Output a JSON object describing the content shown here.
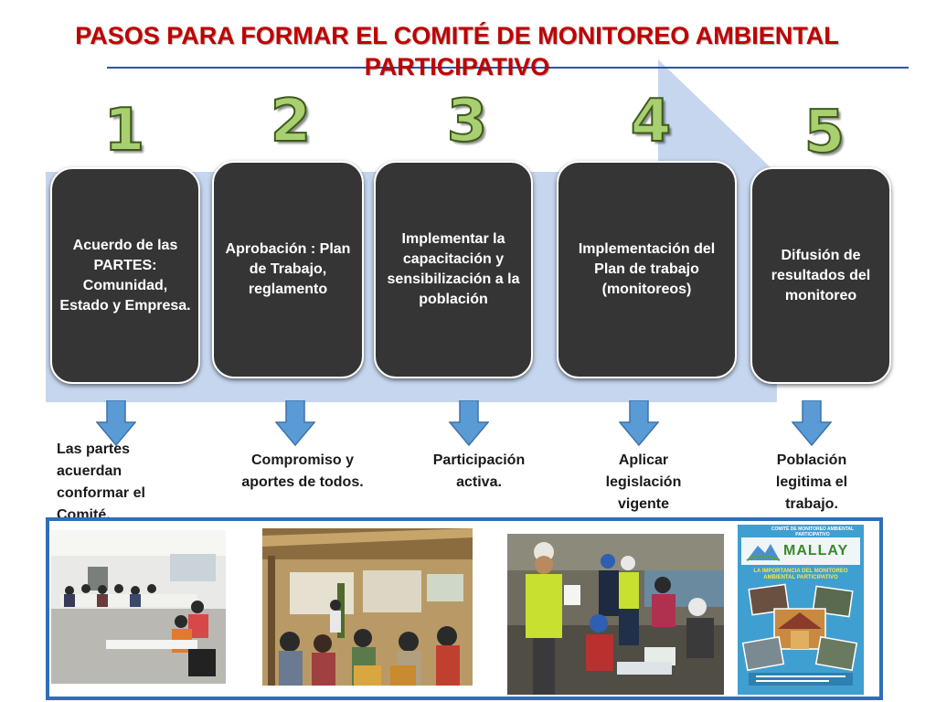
{
  "title": {
    "line1": "PASOS PARA FORMAR EL COMITÉ DE  MONITOREO AMBIENTAL",
    "line2": "PARTICIPATIVO"
  },
  "colors": {
    "title": "#c00000",
    "rule": "#2f55a0",
    "arrow_background": "#c5d6ee",
    "step_box": "#353535",
    "number": "#a8d070",
    "down_arrow": "#5b9bd5",
    "frame": "#2f6fb8"
  },
  "steps": [
    {
      "number": "1",
      "text": "Acuerdo de las PARTES: Comunidad, Estado y Empresa.",
      "result": "Las partes acuerdan conformar el Comité."
    },
    {
      "number": "2",
      "text": "Aprobación : Plan de Trabajo, reglamento",
      "result": "Compromiso y aportes de todos."
    },
    {
      "number": "3",
      "text": "Implementar la capacitación y sensibilización a la población",
      "result": "Participación activa."
    },
    {
      "number": "4",
      "text": "Implementación del Plan de trabajo (monitoreos)",
      "result": "Aplicar legislación vigente"
    },
    {
      "number": "5",
      "text": "Difusión  de resultados del monitoreo",
      "result": "Población legitima  el trabajo."
    }
  ],
  "photos": [
    {
      "name": "meeting-room-photo"
    },
    {
      "name": "workshop-photo"
    },
    {
      "name": "field-monitoring-photo"
    },
    {
      "name": "poster-photo"
    }
  ],
  "poster": {
    "committee_line": "COMITÉ DE MONITOREO AMBIENTAL PARTICIPATIVO",
    "brand": "MALLAY",
    "headline": "LA IMPORTANCIA DEL MONITOREO AMBIENTAL PARTICIPATIVO"
  }
}
